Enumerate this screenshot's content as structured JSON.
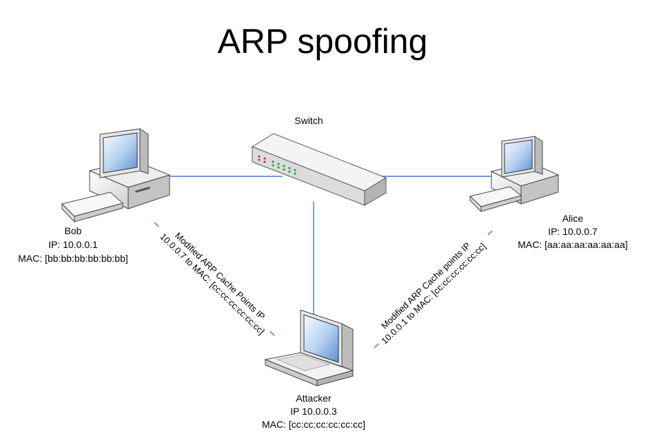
{
  "title": "ARP spoofing",
  "switch": {
    "label": "Switch"
  },
  "bob": {
    "name": "Bob",
    "ip": "IP: 10.0.0.1",
    "mac": "MAC: [bb:bb:bb:bb:bb:bb]"
  },
  "alice": {
    "name": "Alice",
    "ip": "IP: 10.0.0.7",
    "mac": "MAC: [aa:aa:aa:aa:aa:aa]"
  },
  "attacker": {
    "name": "Attacker",
    "ip": "IP 10.0.0.3",
    "mac": "MAC: [cc:cc:cc:cc:cc:cc]"
  },
  "cache_bob": {
    "line1": "Modified ARP Cache Points IP",
    "line2": "10.0.0.7 to MAC: [cc:cc:cc:cc:cc:cc]"
  },
  "cache_alice": {
    "line1": "Modified ARP Cache points IP",
    "line2": "10.0.0.1 to MAC: [cc:cc:cc:cc:cc:cc]"
  },
  "colors": {
    "link": "#4a78d8",
    "dash": "#d02020"
  },
  "icons": {
    "bob": "desktop-computer-icon",
    "alice": "desktop-computer-icon",
    "switch": "network-switch-icon",
    "attacker": "laptop-icon"
  }
}
